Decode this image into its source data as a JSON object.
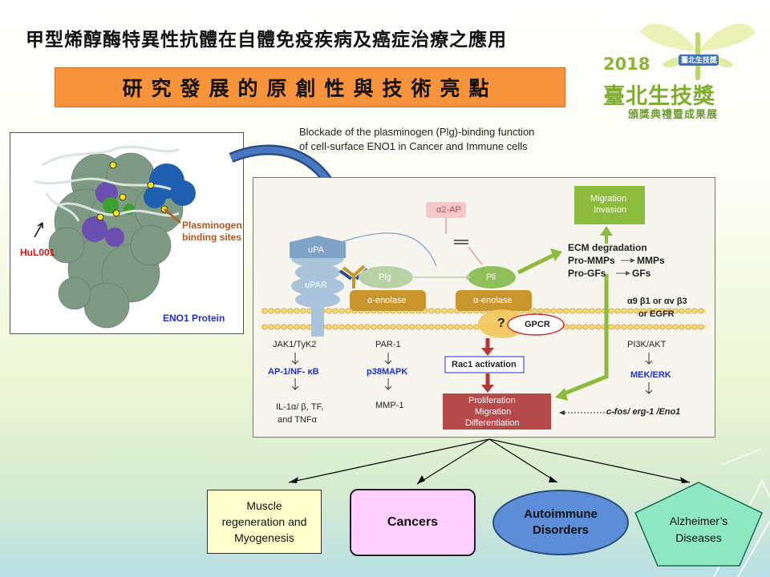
{
  "header": {
    "title": "甲型烯醇酶特異性抗體在自體免疫疾病及癌症治療之應用",
    "subtitle": "研究發展的原創性與技術亮點"
  },
  "logo": {
    "badge_text": "臺北生技獎",
    "year": "2018",
    "name": "臺北生技獎",
    "tagline": "頒獎典禮暨成果展"
  },
  "protein_panel": {
    "antibody_label": "HuL001",
    "binding_label_line1": "Plasminogen",
    "binding_label_line2": "binding sites",
    "protein_label": "ENO1 Protein"
  },
  "description": {
    "line1": "Blockade of the plasminogen (Plg)-binding function",
    "line2": "of cell-surface  ENO1 in Cancer and Immune  cells"
  },
  "pathway": {
    "upa": "uPA",
    "upar": "uPAR",
    "plg": "Plg",
    "pli": "Pli",
    "enolase_left": "α-enolase",
    "enolase_right": "α-enolase",
    "a2ap": "α2-AP",
    "question": "?",
    "gpcr": "GPCR",
    "migration_line1": "Migration",
    "migration_line2": "Invasion",
    "ecm": "ECM degradation",
    "pro_mmps": "Pro-MMPs",
    "mmps": "MMPs",
    "pro_gfs": "Pro-GFs",
    "gfs": "GFs",
    "integrin_line1": "α9 β1 or αv β3",
    "integrin_line2": "or EGFR",
    "jak": "JAK1/TyK2",
    "ap1": "AP-1/NF- κB",
    "il1_line1": "IL-1α/ β, TF,",
    "il1_line2": "and TNFα",
    "par1": "PAR-1",
    "p38": "p38MAPK",
    "mmp1": "MMP-1",
    "rac1": "Rac1 activation",
    "prolif_line1": "Proliferation",
    "prolif_line2": "Migration",
    "prolif_line3": "Differentiation",
    "pi3k": "PI3K/AKT",
    "mek": "MEK/ERK",
    "cfos": "c-fos/ erg-1 /Eno1"
  },
  "outcomes": {
    "muscle_line1": "Muscle",
    "muscle_line2": "regeneration and",
    "muscle_line3": "Myogenesis",
    "cancers": "Cancers",
    "auto_line1": "Autoimmune",
    "auto_line2": "Disorders",
    "alz_line1": "Alzheimer’s",
    "alz_line2": "Diseases"
  },
  "colors": {
    "subtitle_bg": "#f7943b",
    "enolase": "#c9962d",
    "green_arrow": "#8dbb3d",
    "red_arrow": "#b03a3a",
    "blue_text": "#1f2fd0",
    "cancers_fill": "#ffd0ff",
    "autoimmune_fill": "#5b8ed6",
    "alzheimers_fill": "#8fe8c4",
    "muscle_fill": "#ffffcc"
  }
}
